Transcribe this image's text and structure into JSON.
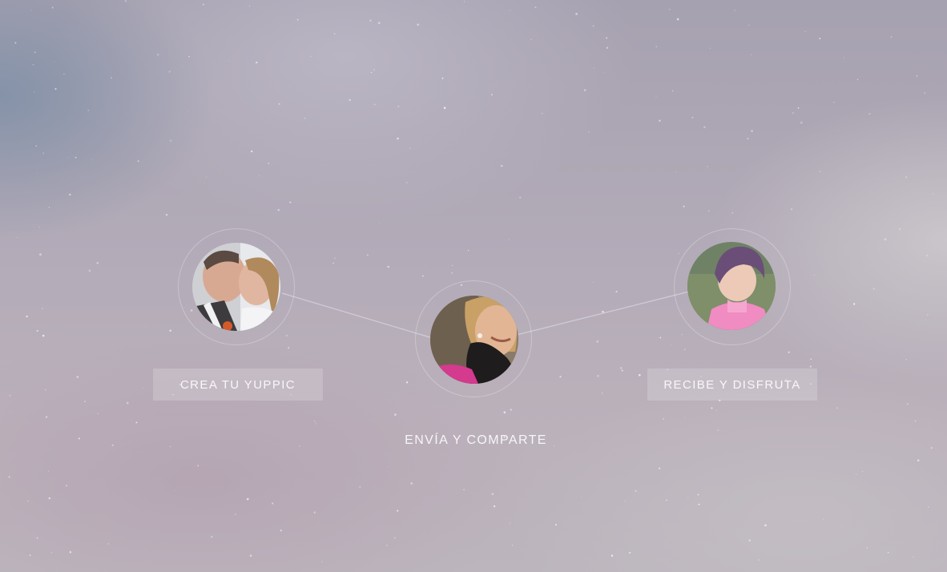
{
  "steps": [
    {
      "label": "CREA TU YUPPIC",
      "photo": "couple-kissing-photo"
    },
    {
      "label": "ENVÍA Y COMPARTE",
      "photo": "smiling-woman-photo"
    },
    {
      "label": "RECIBE Y DISFRUTA",
      "photo": "girl-pink-jacket-photo"
    }
  ],
  "colors": {
    "label_text": "#ffffff",
    "connector": "#e6e1ea",
    "accent_pink": "#d44a9c"
  }
}
